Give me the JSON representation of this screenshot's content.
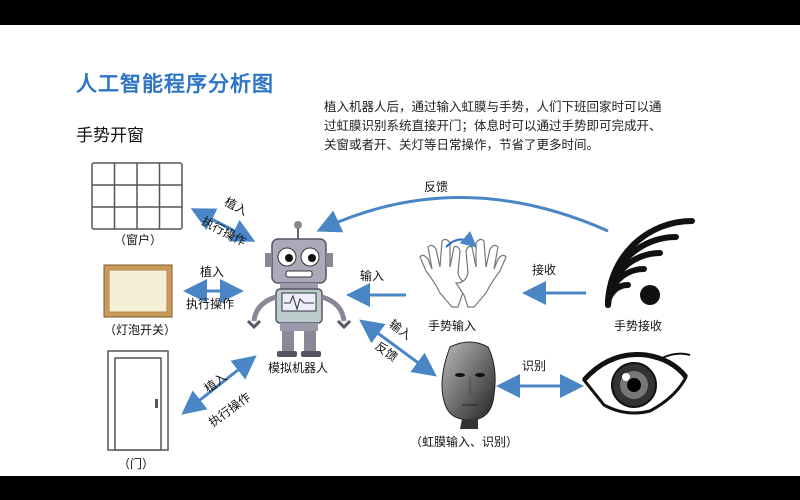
{
  "title": "人工智能程序分析图",
  "subtitle": "手势开窗",
  "description": "植入机器人后，通过输入虹膜与手势，人们下班回家时可以通过虹膜识别系统直接开门；体息时可以通过手势即可完成开、关窗或者开、关灯等日常操作，节省了更多时间。",
  "devices": {
    "window_label": "（窗户）",
    "lamp_label": "（灯泡开关）",
    "door_label": "（门）"
  },
  "robot_label": "模拟机器人",
  "hands_label": "手势输入",
  "signal_label": "手势接收",
  "head_label": "（虹膜输入、识别）",
  "arrows": {
    "window_top": "植入",
    "window_bottom": "执行操作",
    "lamp_top": "植入",
    "lamp_bottom": "执行操作",
    "door_top": "植入",
    "door_bottom": "执行操作",
    "feedback_top": "反馈",
    "input_hands": "输入",
    "receive": "接收",
    "head_input": "输入",
    "head_feedback": "反馈",
    "recognize": "识别"
  },
  "colors": {
    "title": "#2e75c6",
    "arrow": "#4a86c5"
  }
}
